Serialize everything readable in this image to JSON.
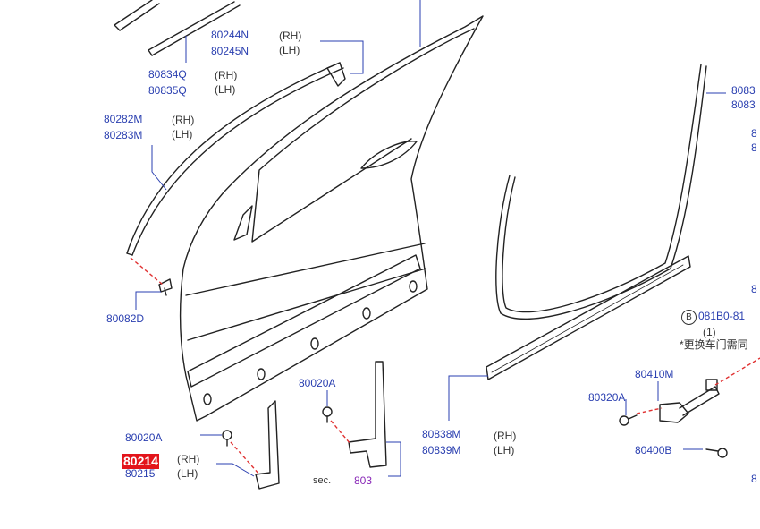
{
  "parts": {
    "p80244N": "80244N",
    "p80245N": "80245N",
    "p80834Q": "80834Q",
    "p80835Q": "80835Q",
    "p80282M": "80282M",
    "p80283M": "80283M",
    "p80082D": "80082D",
    "p80020A_mid": "80020A",
    "p80020A_left": "80020A",
    "p80214_hl": "80214",
    "p80215": "80215",
    "p80838M": "80838M",
    "p80839M": "80839M",
    "p80410M": "80410M",
    "p80320A": "80320A",
    "p80400B": "80400B",
    "p8083_top1": "8083",
    "p8083_top2": "8083",
    "p8_a": "8",
    "p8_b": "8",
    "p8_c": "8",
    "p8_d": "8",
    "p081B0": "081B0-81"
  },
  "sides": {
    "rh": "(RH)",
    "lh": "(LH)"
  },
  "notes": {
    "sec": "sec.",
    "sec_num": "803",
    "circle_b": "B",
    "qty": "(1)",
    "replace_note": "*更换车门需同"
  },
  "colors": {
    "part_link": "#2a3fb0",
    "highlight": "#e3141b",
    "drawing": "#222222",
    "dash": "#e03030"
  }
}
